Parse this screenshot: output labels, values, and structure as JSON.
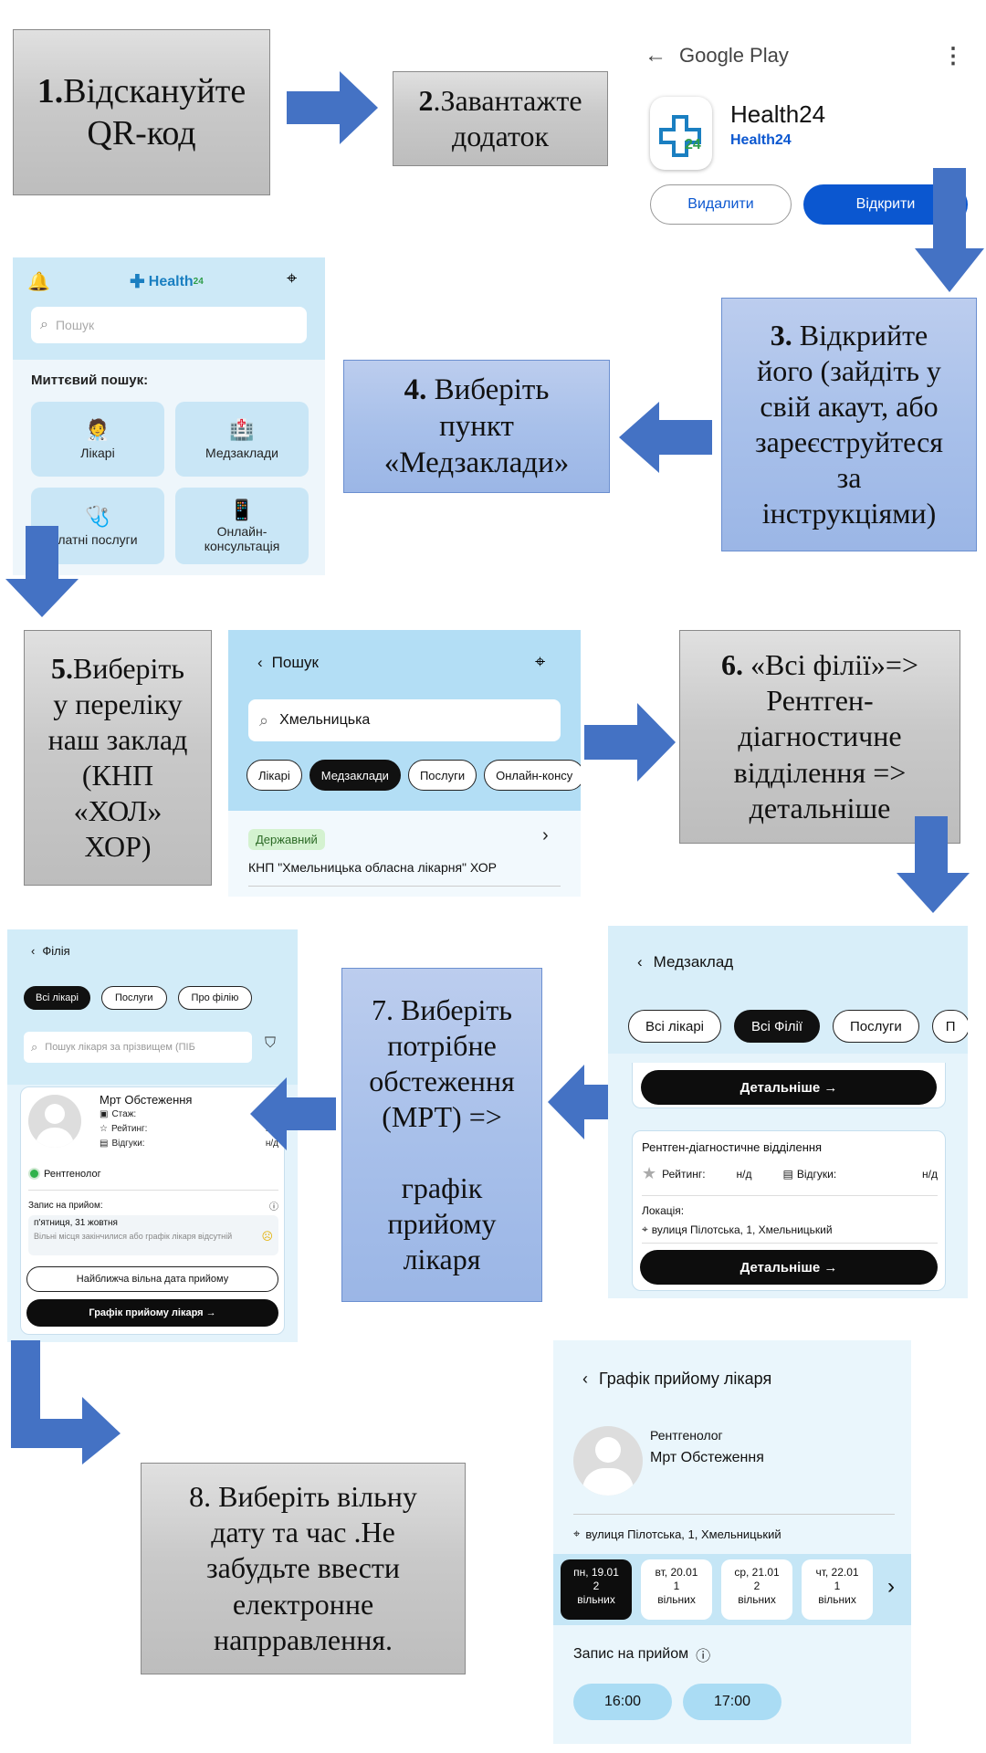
{
  "steps": {
    "s1_num": "1.",
    "s1_text_a": "Відскануйте",
    "s1_text_b": "QR-код",
    "s2_num": "2",
    "s2_text_a": ".Завантажте",
    "s2_text_b": "додаток",
    "s3_num": "3.",
    "s3_l1": " Відкрийте",
    "s3_l2": "його (зайдіть у",
    "s3_l3": "свій акаут, або",
    "s3_l4": "зареєструйтеся",
    "s3_l5": "за",
    "s3_l6": "інструкціями)",
    "s4_num": "4.",
    "s4_l1": " Виберіть",
    "s4_l2": "пункт",
    "s4_l3": "«Медзаклади»",
    "s5_num": "5.",
    "s5_l1": "Виберіть",
    "s5_l2": "у переліку",
    "s5_l3": "наш заклад",
    "s5_l4": "(КНП",
    "s5_l5": "«ХОЛ»",
    "s5_l6": "ХОР)",
    "s6_num": "6.",
    "s6_l1": " «Всі філії»=>",
    "s6_l2": "Рентген-",
    "s6_l3": "діагностичне",
    "s6_l4": "відділення =>",
    "s6_l5": "детальніше",
    "s7_l1": "7. Виберіть",
    "s7_l2": "потрібне",
    "s7_l3": "обстеження",
    "s7_l4": "(МРТ) =>",
    "s7_l5": "графік",
    "s7_l6": "прийому",
    "s7_l7": "лікаря",
    "s8_l1": "8. Виберіть вільну",
    "s8_l2": "дату та час .Не",
    "s8_l3": "забудьте ввести",
    "s8_l4": "електронне",
    "s8_l5": "напрравлення."
  },
  "gplay": {
    "brand": "Google Play",
    "app_name": "Health24",
    "developer": "Health24",
    "uninstall": "Видалити",
    "open": "Відкрити",
    "icon_badge": "24"
  },
  "home": {
    "logo": "Health",
    "logo_sup": "24",
    "search_placeholder": "Пошук",
    "quick_title": "Миттєвий пошук:",
    "tiles": [
      "Лікарі",
      "Медзаклади",
      "латні послуги",
      "Онлайн-консультація"
    ]
  },
  "search_screen": {
    "back_label": "Пошук",
    "query": "Хмельницька",
    "filters": [
      "Лікарі",
      "Медзаклади",
      "Послуги",
      "Онлайн-консу"
    ],
    "badge": "Державний",
    "result": "КНП \"Хмельницька обласна лікарня\" ХОР"
  },
  "facility": {
    "back_label": "Медзаклад",
    "tabs": [
      "Всі лікарі",
      "Всі Філії",
      "Послуги",
      "П"
    ],
    "details_btn": "Детальніше →",
    "dept_name": "Рентген-діагностичне відділення",
    "rating_label": "Рейтинг:",
    "rating_value": "н/д",
    "reviews_label": "Відгуки:",
    "reviews_value": "н/д",
    "location_label": "Локація:",
    "address": "вулиця Пілотська, 1, Хмельницький",
    "details_btn2": "Детальніше →"
  },
  "branch": {
    "back_label": "Філія",
    "tabs": [
      "Всі лікарі",
      "Послуги",
      "Про філію"
    ],
    "search_placeholder": "Пошук лікаря за прізвищем (ПІБ",
    "doctor_name": "Мрт Обстеження",
    "exp_label": "Стаж:",
    "rating_label": "Рейтинг:",
    "reviews_label": "Відгуки:",
    "na": "н/д",
    "specialty": "Рентгенолог",
    "appt_label": "Запис на прийом:",
    "date": "п'ятниця, 31 жовтня",
    "no_slots": "Вільні місця закінчилися або графік лікаря відсутній",
    "nearest_btn": "Найближча вільна дата прийому",
    "schedule_btn": "Графік прийому лікаря →"
  },
  "schedule": {
    "back_label": "Графік прийому лікаря",
    "specialty": "Рентгенолог",
    "doctor_name": "Мрт Обстеження",
    "address": "вулиця Пілотська, 1, Хмельницький",
    "days": [
      {
        "d": "пн, 19.01",
        "n": "2",
        "w": "вільних"
      },
      {
        "d": "вт, 20.01",
        "n": "1",
        "w": "вільних"
      },
      {
        "d": "ср, 21.01",
        "n": "2",
        "w": "вільних"
      },
      {
        "d": "чт, 22.01",
        "n": "1",
        "w": "вільних"
      }
    ],
    "appt_label": "Запис на прийом",
    "times": [
      "16:00",
      "17:00"
    ]
  },
  "colors": {
    "arrow": "#4472c4",
    "app_blue": "#0b57d0",
    "light_blue": "#d9eef9",
    "panel_blue": "#b9e0f5"
  }
}
